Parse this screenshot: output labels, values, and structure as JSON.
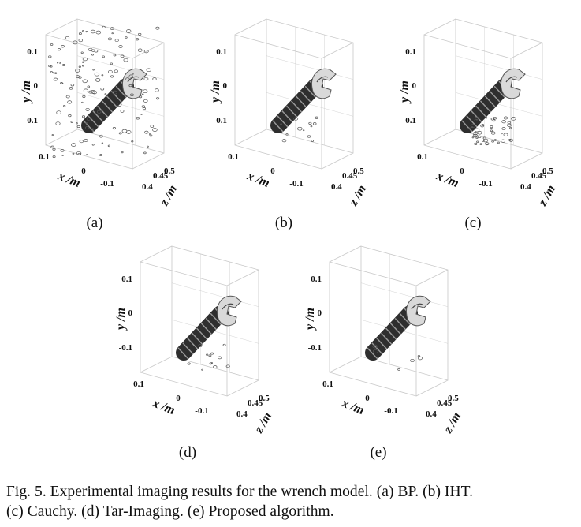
{
  "figure": {
    "caption_line1": "Fig. 5.  Experimental imaging results for the wrench model. (a) BP. (b) IHT.",
    "caption_line2": "(c) Cauchy. (d) Tar-Imaging. (e) Proposed algorithm."
  },
  "axes": {
    "y_label": "y /m",
    "x_label": "x /m",
    "z_label": "z /m",
    "y_ticks": [
      "0.1",
      "0",
      "-0.1"
    ],
    "x_ticks": [
      "0.1",
      "0",
      "-0.1"
    ],
    "z_ticks": [
      "0.4",
      "0.45",
      "0.5"
    ]
  },
  "panels": [
    {
      "label": "(a)",
      "method": "BP",
      "noise": "heavy"
    },
    {
      "label": "(b)",
      "method": "IHT",
      "noise": "light"
    },
    {
      "label": "(c)",
      "method": "Cauchy",
      "noise": "medium"
    },
    {
      "label": "(d)",
      "method": "Tar-Imaging",
      "noise": "light"
    },
    {
      "label": "(e)",
      "method": "Proposed algorithm",
      "noise": "minimal"
    }
  ],
  "colors": {
    "box_line": "#c8c8c8",
    "object_dark": "#2e2e2e",
    "object_light": "#d9d9d9"
  }
}
